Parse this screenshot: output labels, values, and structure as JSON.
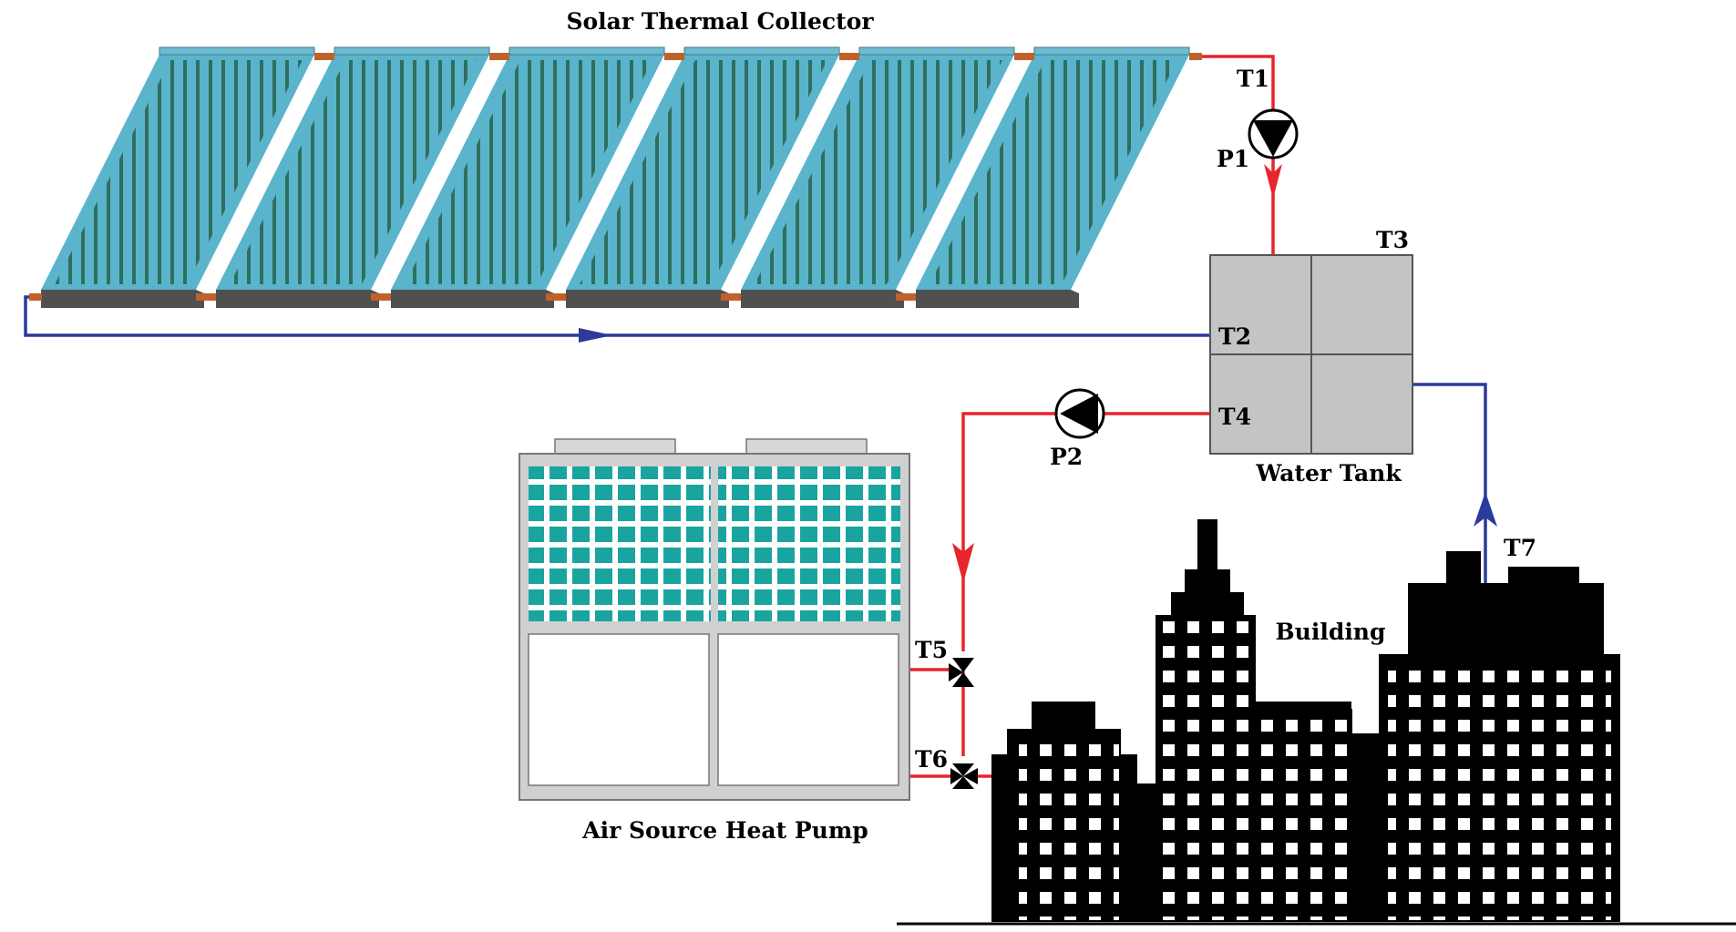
{
  "labels": {
    "collector": "Solar Thermal Collector",
    "water_tank": "Water Tank",
    "heat_pump": "Air Source Heat Pump",
    "building": "Building",
    "t1": "T1",
    "t2": "T2",
    "t3": "T3",
    "t4": "T4",
    "t5": "T5",
    "t6": "T6",
    "t7": "T7",
    "p1": "P1",
    "p2": "P2"
  },
  "colors": {
    "hot_pipe": "#e8242c",
    "cold_pipe": "#2b3a9c",
    "collector_glass": "#5ab4cc",
    "collector_tube": "#2f6f5e",
    "collector_base": "#505050",
    "collector_joint": "#c0612a",
    "tank": "#c4c4c4",
    "heat_pump_grid": "#1aa4a0",
    "building": "#000000"
  }
}
